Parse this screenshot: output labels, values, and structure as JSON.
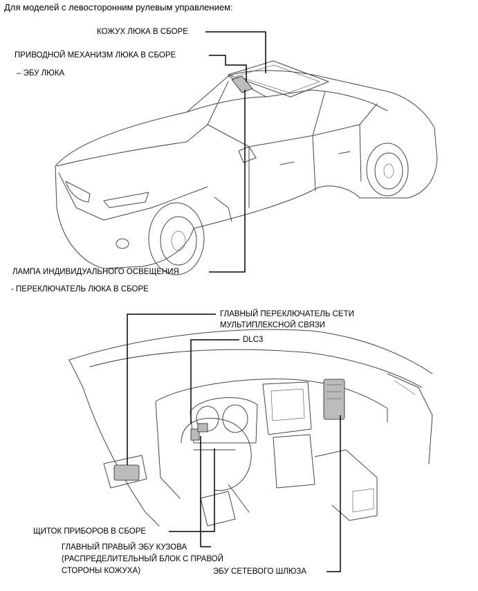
{
  "header": {
    "title": "Для моделей с левосторонним рулевым управлением:"
  },
  "car_labels": {
    "sunroof_housing": "КОЖУХ ЛЮКА В СБОРЕ",
    "sunroof_drive": "ПРИВОДНОЙ МЕХАНИЗМ ЛЮКА В СБОРЕ",
    "sunroof_ecu": "– ЭБУ ЛЮКА",
    "map_lamp": "ЛАМПА ИНДИВИДУАЛЬНОГО ОСВЕЩЕНИЯ",
    "sunroof_switch": "-  ПЕРЕКЛЮЧАТЕЛЬ ЛЮКА В СБОРЕ"
  },
  "interior_labels": {
    "multiplex_switch_1": "ГЛАВНЫЙ ПЕРЕКЛЮЧАТЕЛЬ СЕТИ",
    "multiplex_switch_2": "МУЛЬТИПЛЕКСНОЙ СВЯЗИ",
    "dlc3": "DLC3",
    "combination_meter": "ЩИТОК ПРИБОРОВ В СБОРЕ",
    "body_ecu_1": "ГЛАВНЫЙ ПРАВЫЙ ЭБУ КУЗОВА",
    "body_ecu_2": "(РАСПРЕДЕЛИТЕЛЬНЫЙ БЛОК С ПРАВОЙ",
    "body_ecu_3": "СТОРОНЫ КОЖУХА)",
    "gateway_ecu": "ЭБУ СЕТЕВОГО ШЛЮЗА"
  }
}
